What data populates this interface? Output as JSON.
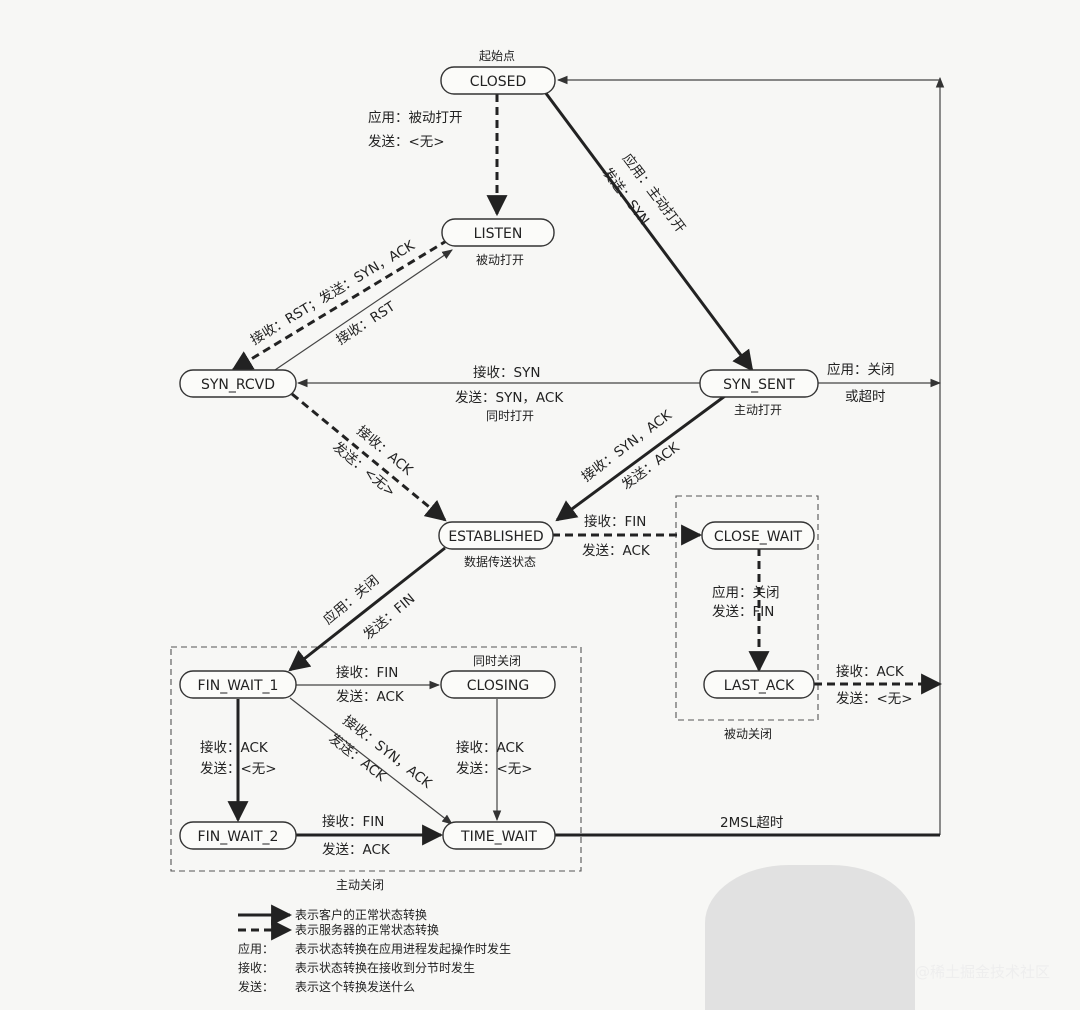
{
  "states": {
    "closed": "CLOSED",
    "listen": "LISTEN",
    "syn_rcvd": "SYN_RCVD",
    "syn_sent": "SYN_SENT",
    "established": "ESTABLISHED",
    "close_wait": "CLOSE_WAIT",
    "last_ack": "LAST_ACK",
    "fin_wait_1": "FIN_WAIT_1",
    "closing": "CLOSING",
    "fin_wait_2": "FIN_WAIT_2",
    "time_wait": "TIME_WAIT"
  },
  "captions": {
    "start_point": "起始点",
    "passive_open": "被动打开",
    "active_open": "主动打开",
    "simultaneous_open": "同时打开",
    "data_transfer": "数据传送状态",
    "simultaneous_close": "同时关闭",
    "passive_close": "被动关闭",
    "active_close": "主动关闭"
  },
  "transitions": {
    "closed_listen": [
      "应用：被动打开",
      "发送：<无>"
    ],
    "closed_synsent": [
      "应用：主动打开",
      "发送：SYN"
    ],
    "listen_synrcvd": "接收：RST；发送：SYN，ACK",
    "synrcvd_listen": "接收：RST",
    "synsent_synrcvd": [
      "接收：SYN",
      "发送：SYN，ACK"
    ],
    "synsent_closed": [
      "应用：关闭",
      "或超时"
    ],
    "synrcvd_established": [
      "接收：ACK",
      "发送：<无>"
    ],
    "synsent_established": [
      "接收：SYN，ACK",
      "发送：ACK"
    ],
    "established_closewait": [
      "接收：FIN",
      "发送：ACK"
    ],
    "closewait_lastack": [
      "应用：关闭",
      "发送：FIN"
    ],
    "lastack_closed": [
      "接收：ACK",
      "发送：<无>"
    ],
    "established_finwait1": [
      "应用：关闭",
      "发送：FIN"
    ],
    "finwait1_closing": [
      "接收：FIN",
      "发送：ACK"
    ],
    "finwait1_finwait2": [
      "接收：ACK",
      "发送：<无>"
    ],
    "finwait1_timewait": [
      "接收：SYN，ACK",
      "发送：ACK"
    ],
    "closing_timewait": [
      "接收：ACK",
      "发送：<无>"
    ],
    "finwait2_timewait": [
      "接收：FIN",
      "发送：ACK"
    ],
    "timewait_closed": "2MSL超时"
  },
  "legend": {
    "client_line": "表示客户的正常状态转换",
    "server_line": "表示服务器的正常状态转换",
    "app_key": "应用：",
    "app_desc": "表示状态转换在应用进程发起操作时发生",
    "recv_key": "接收：",
    "recv_desc": "表示状态转换在接收到分节时发生",
    "send_key": "发送：",
    "send_desc": "表示这个转换发送什么"
  },
  "watermark": "@稀土掘金技术社区"
}
